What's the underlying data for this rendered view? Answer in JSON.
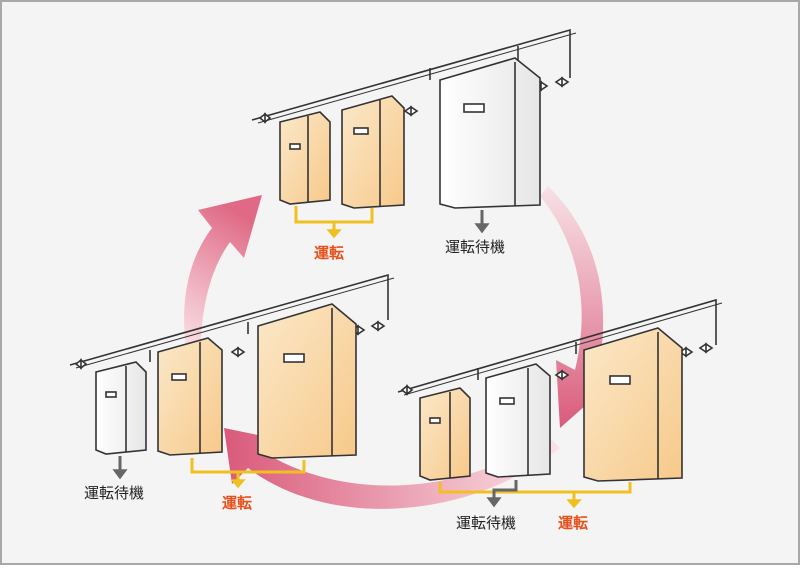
{
  "labels": {
    "top_run": "運転",
    "top_standby": "運転待機",
    "left_standby": "運転待機",
    "left_run": "運転",
    "right_standby": "運転待機",
    "right_run": "運転"
  },
  "colors": {
    "frame_border": "#a8a8a8",
    "background": "#f4f4f4",
    "running_unit_fill": "#fbdcae",
    "standby_unit_fill": "#ffffff",
    "collector_line": "#f0c020",
    "rotation_arrow": "#e88a9e",
    "run_label": "#e8501c",
    "standby_label": "#222222"
  }
}
